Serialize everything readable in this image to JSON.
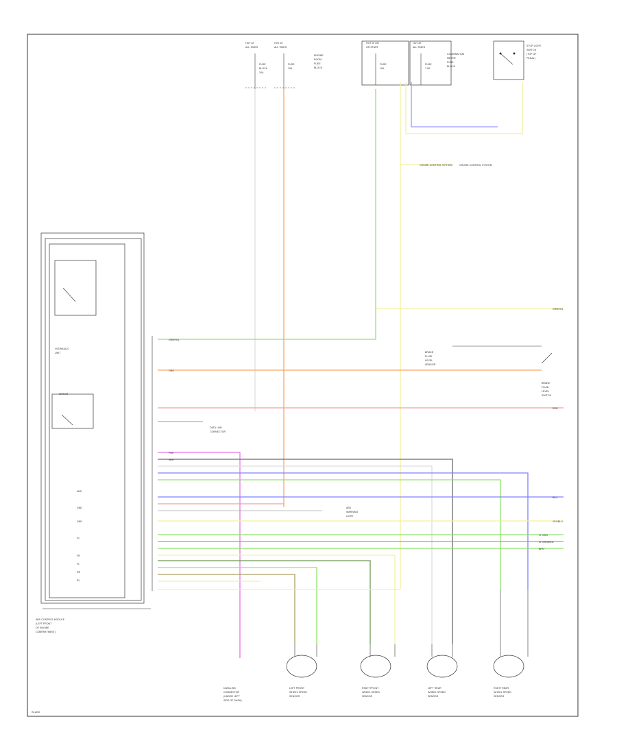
{
  "labels": {
    "fuse_1": [
      "HOT AT",
      "ALL TIMES"
    ],
    "fuse_1_name": [
      "FUSE",
      "BLOCK",
      "10A"
    ],
    "fuse_2": [
      "HOT AT",
      "ALL TIMES"
    ],
    "fuse_2_name": [
      "FUSE",
      "15A"
    ],
    "fuse_2_desc": [
      "ENGINE",
      "ROOM",
      "FUSE",
      "BLOCK"
    ],
    "fuse_3": [
      "HOT IN ON",
      "OR START"
    ],
    "fuse_3_name": [
      "FUSE",
      "10A"
    ],
    "fuse_4": [
      "HOT AT",
      "ALL TIMES"
    ],
    "fuse_4_name": [
      "FUSE",
      "7.5A"
    ],
    "fuse_4_desc": [
      "COMBINATION",
      "METER",
      "FUSE",
      "BLOCK"
    ],
    "stop_switch": [
      "STOP LIGHT",
      "SWITCH",
      "(TOP OF",
      "PEDAL)"
    ],
    "cruise": "CRUISE CONTROL SYSTEM",
    "module_upper": [
      "HYDRAULIC",
      "UNIT"
    ],
    "module_mid": "MOTOR",
    "module_desc": [
      "ABS CONTROL MODULE",
      "(LEFT FRONT",
      "OF ENGINE",
      "COMPARTMENT)"
    ],
    "module_pins": [
      "ABS",
      "GND",
      "GND",
      "IG",
      "FR",
      "FL",
      "RR",
      "RL"
    ],
    "brake_fluid_switch": [
      "BRAKE",
      "FLUID",
      "LEVEL",
      "SWITCH"
    ],
    "data_link": [
      "DATA LINK",
      "CONNECTOR"
    ],
    "abs_warning": [
      "ABS",
      "WARNING",
      "LIGHT"
    ],
    "mid_note": [
      "BRAKE",
      "FLUID",
      "LEVEL",
      "SENSOR"
    ],
    "wire_labels": {
      "grn_yel": "GRN/YEL",
      "org": "ORG",
      "red": "RED",
      "blu": "BLU",
      "yel_blu": "YEL/BLU",
      "lt_grn": "LT GRN",
      "lt_grn_red": "LT GRN/RED",
      "brn": "BRN",
      "wht": "WHT",
      "pnk": "PNK"
    },
    "sensors": [
      {
        "name": [
          "LEFT FRONT",
          "WHEEL SPEED",
          "SENSOR"
        ]
      },
      {
        "name": [
          "RIGHT FRONT",
          "WHEEL SPEED",
          "SENSOR"
        ]
      },
      {
        "name": [
          "LEFT REAR",
          "WHEEL SPEED",
          "SENSOR"
        ]
      },
      {
        "name": [
          "RIGHT REAR",
          "WHEEL SPEED",
          "SENSOR"
        ]
      }
    ],
    "bottom_left_connector": [
      "DATA LINK",
      "CONNECTOR",
      "(UNDER LEFT",
      "SIDE OF DASH)"
    ],
    "footer": "W-1100"
  },
  "colors": {
    "green": "#8fe36b",
    "orange": "#f6a866",
    "red": "#f39ea0",
    "blue": "#8080ff",
    "yellow": "#f3f0a0",
    "magenta": "#e873e6",
    "gray": "#6a6a6a",
    "black": "#333333",
    "lime": "#b8f08a"
  }
}
